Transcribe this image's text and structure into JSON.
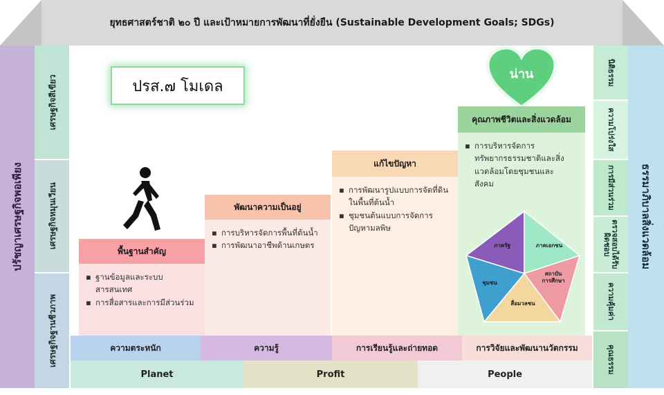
{
  "roof": {
    "title": "ยุทธศาสตร์ชาติ ๒๐ ปี และเป้าหมายการพัฒนาที่ยั่งยืน (Sustainable Development Goals; SDGs)"
  },
  "left": {
    "outer": "ปรัชญาเศรษฐกิจพอเพียง",
    "inner": [
      "เศรษฐกิจสีเขียว",
      "เศรษฐกิจหมุนเวียน",
      "เศรษฐกิจฐานชีวภาพ"
    ]
  },
  "right": {
    "outer": "ธรรมาภิบาลสิ่งแวดล้อม",
    "inner": [
      "นิติธรรม",
      "ความโปร่งใส",
      "การมีส่วนร่วม",
      "ตรวจสอบได้รับผิดชอบ",
      "ความคุ้มค่า",
      "คุณธรรม"
    ]
  },
  "model": {
    "label": "ปรส.๗ โมเดล"
  },
  "heart": {
    "label": "น่าน"
  },
  "steps": [
    {
      "title": "พื้นฐานสำคัญ",
      "items": [
        "ฐานข้อมูลและระบบสารสนเทศ",
        "การสื่อสารและการมีส่วนร่วม"
      ]
    },
    {
      "title": "พัฒนาความเป็นอยู่",
      "items": [
        "การบริหารจัดการพื้นที่ต้นน้ำ",
        "การพัฒนาอาชีพด้านเกษตร"
      ]
    },
    {
      "title": "แก้ไขปัญหา",
      "items": [
        "การพัฒนารูปแบบการจัดที่ดินในพื้นที่ต้นน้ำ",
        "ชุมชนต้นแบบการจัดการปัญหามลพิษ"
      ]
    },
    {
      "title": "คุณภาพชีวิตและสิ่งแวดล้อม",
      "items": [
        "การบริหารจัดการทรัพยากรธรรมชาติและสิ่งแวดล้อมโดยชุมชนและสังคม"
      ]
    }
  ],
  "pentagon": {
    "segments": [
      "ภาครัฐ",
      "ภาคเอกชน",
      "สถาบันการศึกษา",
      "สื่อมวลชน",
      "ชุมชน"
    ],
    "colors": [
      "#8a5bb8",
      "#9ee8c8",
      "#ee9aa2",
      "#f3d79f",
      "#3f9fcf"
    ]
  },
  "bottom_row1": [
    "ความตระหนัก",
    "ความรู้",
    "การเรียนรู้และถ่ายทอด",
    "การวิจัยและพัฒนานวัตกรรม"
  ],
  "bottom_row2": [
    "Planet",
    "Profit",
    "People"
  ],
  "colors": {
    "step1_title": "#f7a1a7",
    "step1_body": "#fbe0e1",
    "step2_title": "#f8c3ad",
    "step2_body": "#fcebe4",
    "step3_title": "#f9d8b4",
    "step3_body": "#fdf0e2",
    "step4_title": "#9bd49d",
    "step4_body": "#def3dc",
    "heart": "#5dcf7f"
  }
}
